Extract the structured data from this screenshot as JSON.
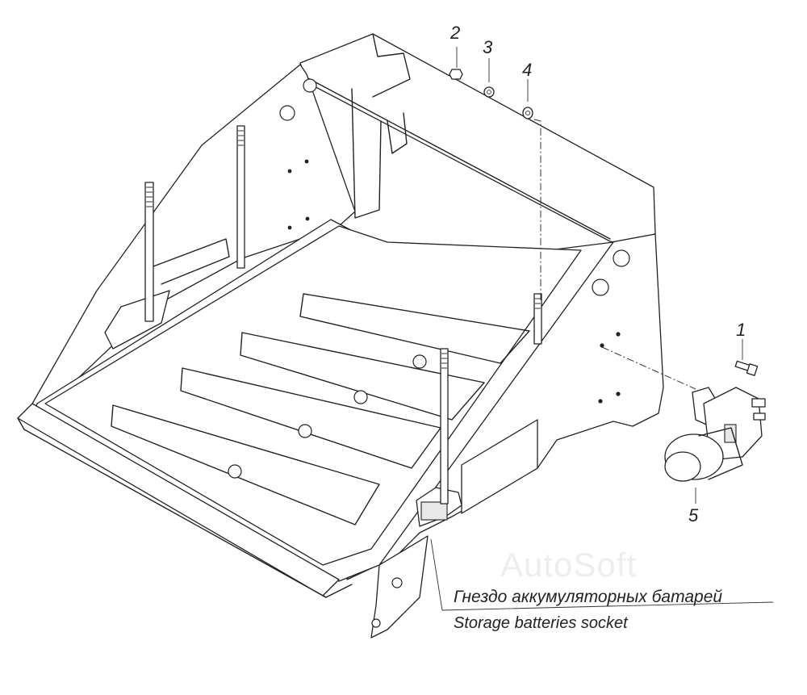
{
  "callouts": [
    {
      "id": "1",
      "label": "1"
    },
    {
      "id": "2",
      "label": "2"
    },
    {
      "id": "3",
      "label": "3"
    },
    {
      "id": "4",
      "label": "4"
    },
    {
      "id": "5",
      "label": "5"
    }
  ],
  "caption": {
    "ru": "Гнездо аккумуляторных батарей",
    "en": "Storage batteries socket"
  },
  "watermark": "AutoSoft",
  "colors": {
    "line": "#222222",
    "background": "#ffffff"
  }
}
